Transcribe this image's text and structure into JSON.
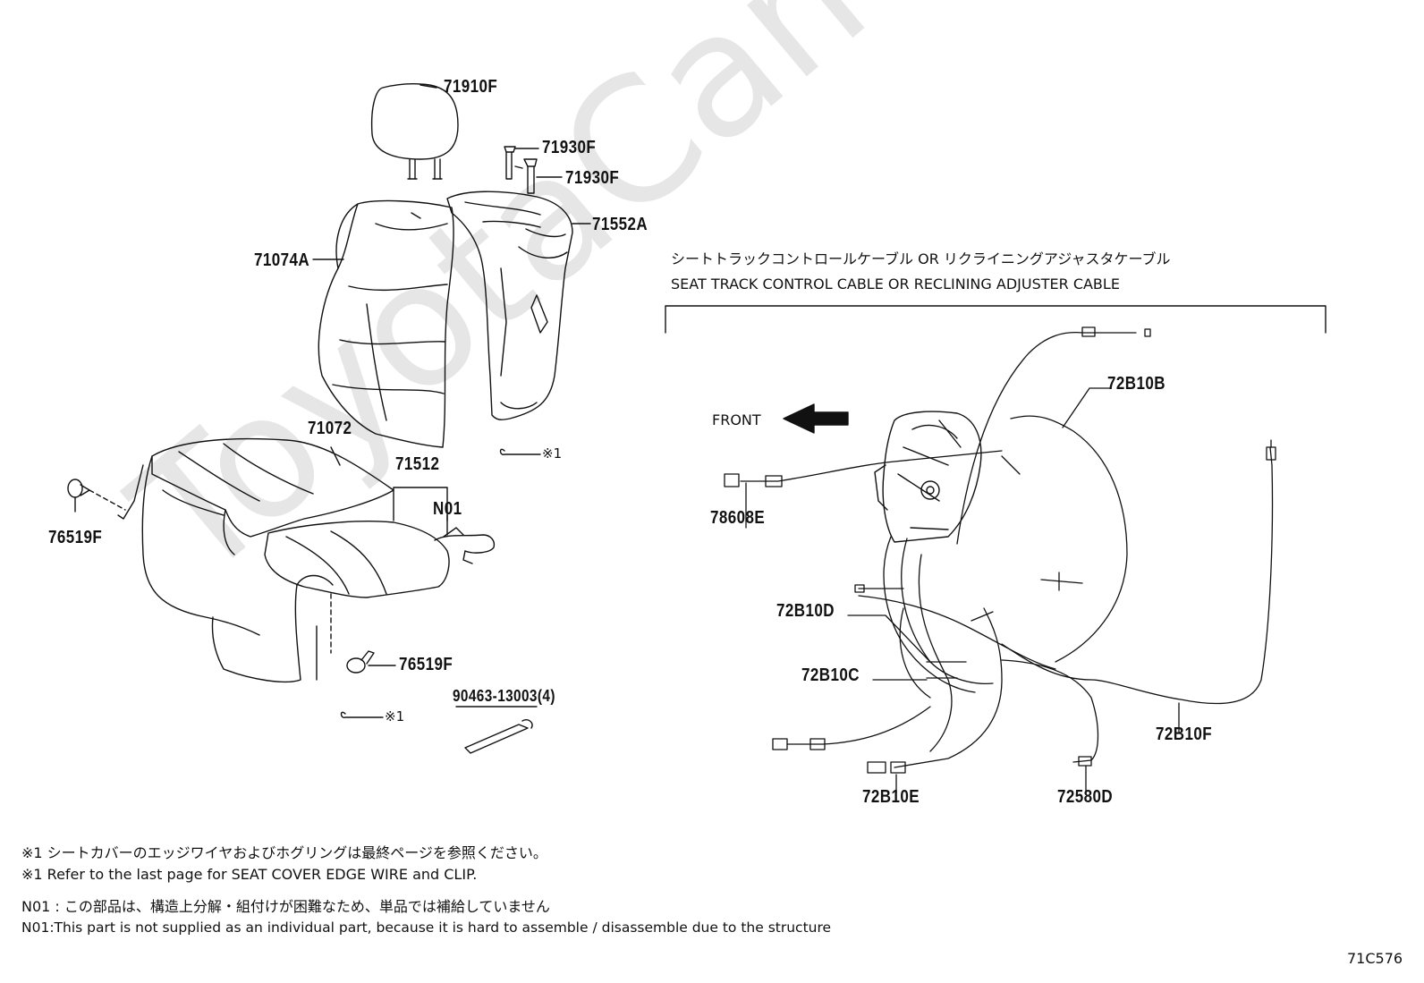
{
  "watermark": "ToyotaCamMine.ru",
  "cable_heading_jp": "シートトラックコントロールケーブル OR リクライニングアジャスタケーブル",
  "cable_heading_en": "SEAT TRACK CONTROL CABLE OR RECLINING ADJUSTER CABLE",
  "front_label": "FRONT",
  "ref_mark": "※1",
  "part_labels": {
    "p71910F": "71910F",
    "p71930F_a": "71930F",
    "p71930F_b": "71930F",
    "p71552A": "71552A",
    "p71074A": "71074A",
    "p71072": "71072",
    "p71512": "71512",
    "pN01": "N01",
    "p76519F_a": "76519F",
    "p76519F_b": "76519F",
    "p90463": "90463-13003(4)",
    "p72B10B": "72B10B",
    "p78608E": "78608E",
    "p72B10D": "72B10D",
    "p72B10C": "72B10C",
    "p72B10F": "72B10F",
    "p72B10E": "72B10E",
    "p72580D": "72580D"
  },
  "notes": [
    "※1  シートカバーのエッジワイヤおよびホグリングは最終ページを参照ください。",
    "※1  Refer to the last page for SEAT COVER EDGE WIRE and CLIP.",
    "N01 : この部品は、構造上分解・組付けが困難なため、単品では補給していません",
    "N01:This part is not supplied as an individual part, because it is hard to assemble / disassemble due to the structure"
  ],
  "diagram_code": "71C576"
}
